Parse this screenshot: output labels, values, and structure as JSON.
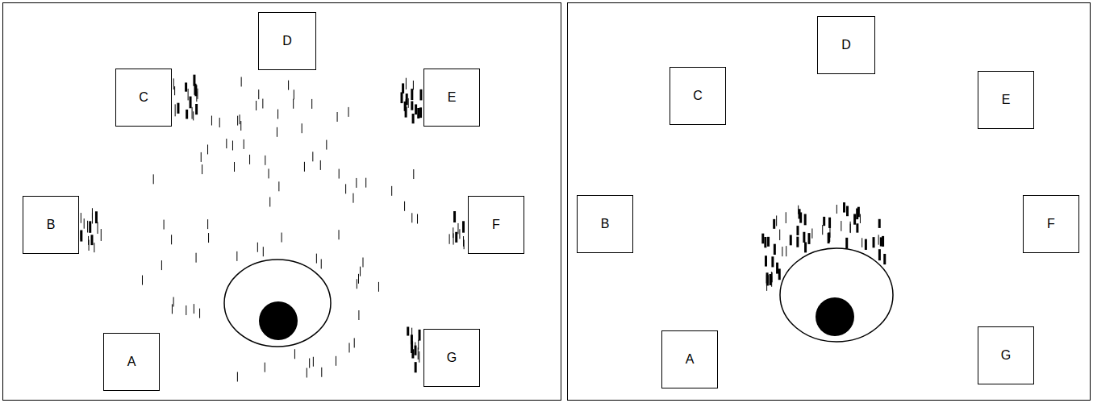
{
  "diagram": {
    "nodes": [
      {
        "text": [
          "D"
        ]
      },
      {
        "text": [
          "C"
        ]
      },
      {
        "text": [
          "E"
        ]
      },
      {
        "text": [
          "B"
        ]
      },
      {
        "text": [
          "F"
        ]
      },
      {
        "text": [
          "A"
        ]
      },
      {
        "text": [
          "G"
        ]
      },
      {
        "text": [
          "D"
        ]
      },
      {
        "text": [
          "C"
        ]
      },
      {
        "text": [
          "E"
        ]
      },
      {
        "text": [
          "B"
        ]
      },
      {
        "text": [
          "F"
        ]
      },
      {
        "text": [
          "A"
        ]
      },
      {
        "text": [
          "G"
        ]
      }
    ]
  }
}
